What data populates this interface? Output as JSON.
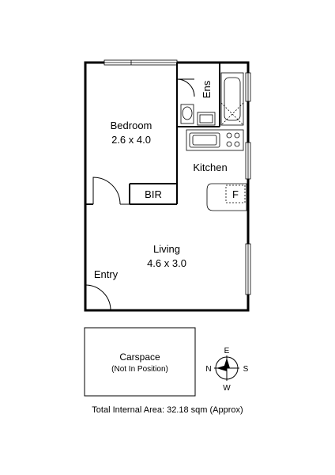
{
  "rooms": {
    "bedroom": {
      "name": "Bedroom",
      "dims": "2.6 x 4.0"
    },
    "ensuite": {
      "name": "Ens"
    },
    "kitchen": {
      "name": "Kitchen"
    },
    "fridge": {
      "name": "F"
    },
    "bir": {
      "name": "BIR"
    },
    "living": {
      "name": "Living",
      "dims": "4.6 x 3.0"
    },
    "entry": {
      "name": "Entry"
    },
    "carspace": {
      "name": "Carspace",
      "note": "(Not In Position)"
    }
  },
  "compass": {
    "north": "N",
    "south": "S",
    "east": "E",
    "west": "W"
  },
  "footer": {
    "total_area": "Total Internal Area: 32.18 sqm (Approx)"
  }
}
